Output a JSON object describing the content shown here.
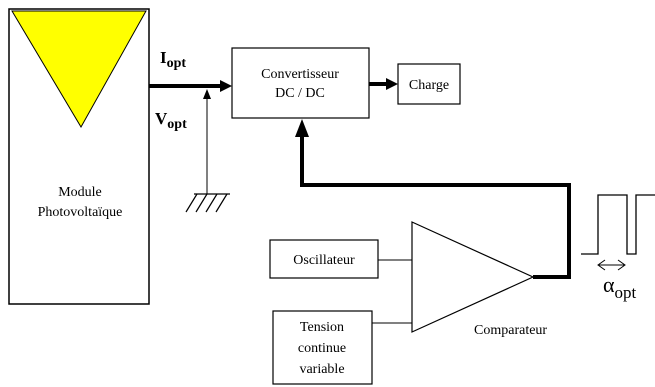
{
  "diagram": {
    "module": {
      "line1": "Module",
      "line2": "Photovoltaïque"
    },
    "current_label": {
      "main": "I",
      "sub": "opt"
    },
    "voltage_label": {
      "main": "V",
      "sub": "opt"
    },
    "converter": {
      "line1": "Convertisseur",
      "line2": "DC / DC"
    },
    "load": "Charge",
    "oscillator": "Oscillateur",
    "tension": {
      "line1": "Tension",
      "line2": "continue",
      "line3": "variable"
    },
    "comparator": "Comparateur",
    "duty_label": {
      "main": "α",
      "sub": "opt"
    }
  },
  "colors": {
    "panel_fill": "#FFFF00",
    "line": "#000000",
    "background": "#FFFFFF"
  }
}
